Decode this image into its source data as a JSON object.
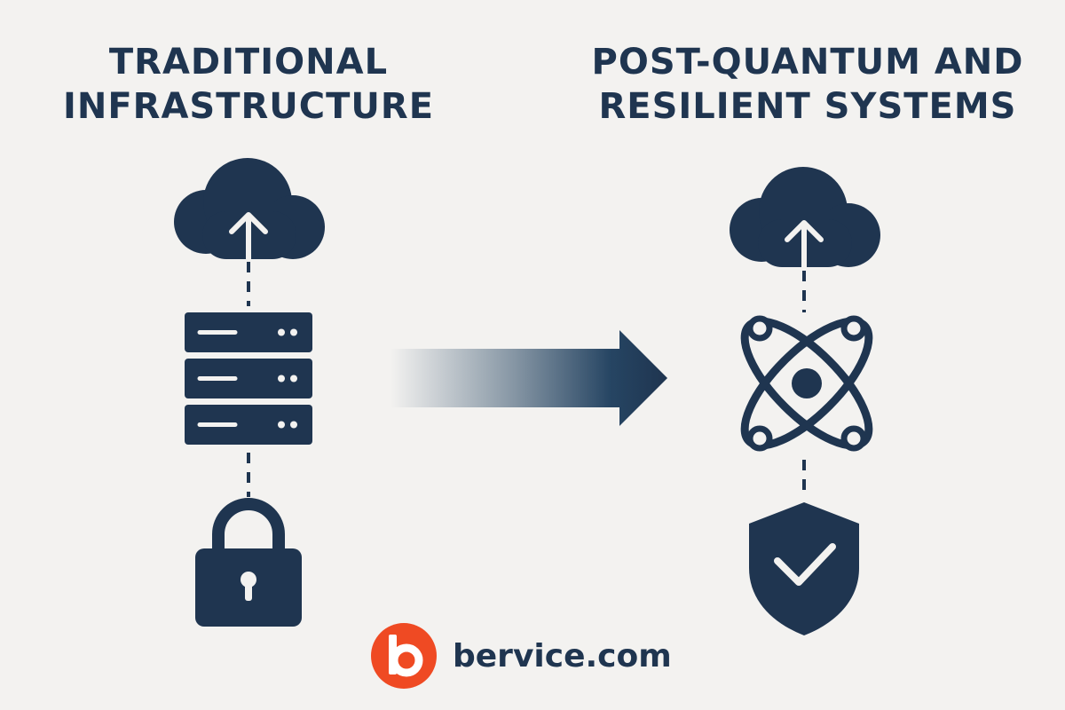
{
  "left_panel": {
    "title_lines": [
      "TRADITIONAL",
      "INFRASTRUCTURE"
    ],
    "icons": [
      "cloud-upload-icon",
      "server-rack-icon",
      "padlock-icon"
    ]
  },
  "right_panel": {
    "title_lines": [
      "POST-QUANTUM AND",
      "RESILIENT SYSTEMS"
    ],
    "icons": [
      "cloud-upload-icon",
      "atom-icon",
      "shield-check-icon"
    ]
  },
  "transition_arrow": {
    "icon": "arrow-right-icon"
  },
  "brand": {
    "logo_letter": "b",
    "name": "bervice.com",
    "accent_color": "#ef4a23"
  },
  "colors": {
    "primary": "#1f3550",
    "background": "#f3f2f0"
  }
}
